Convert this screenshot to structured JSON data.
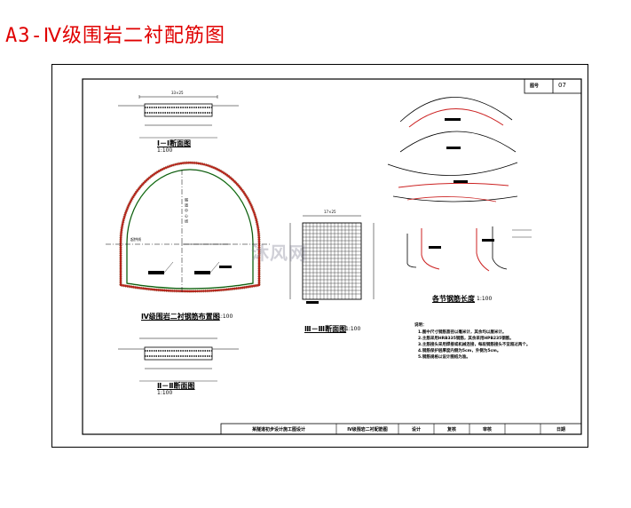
{
  "page": {
    "title": "A3-Ⅳ级围岩二衬配筋图"
  },
  "drawing": {
    "sheet_label": "图号",
    "sheet_number": "07",
    "views": {
      "section_1": {
        "title": "Ⅰ－Ⅰ断面图",
        "scale": "1:100",
        "width_dim": "33×25"
      },
      "section_2": {
        "title": "Ⅱ－Ⅱ断面图",
        "scale": "1:100"
      },
      "section_3": {
        "title": "Ⅲ－Ⅲ断面图",
        "scale": "1:100",
        "width_dim": "17×25"
      },
      "main_layout": {
        "title": "Ⅳ级围岩二衬钢筋布置图",
        "scale": "1:100",
        "axis_label": "隧道中心线",
        "springline_label": "起拱线"
      },
      "details": {
        "title": "各节钢筋长度",
        "scale": "1:100"
      }
    },
    "notes": {
      "header": "说明：",
      "lines": [
        "1.图中尺寸钢筋直径以毫米计，其余均以厘米计。",
        "2.主筋采用HRB335钢筋，其余采用HPB235钢筋。",
        "3.主筋接头采用焊接或机械连接，每段钢筋接头不宜超过两个。",
        "4.钢筋保护层厚度内侧为5cm，外侧为5cm。",
        "5.钢筋规格以设计图纸为准。"
      ]
    },
    "title_block": {
      "project": "某隧道初步设计施工图设计",
      "drawing_name": "Ⅳ级围岩二衬配筋图",
      "design": "设计",
      "review": "复核",
      "check": "审核",
      "date": "日期"
    },
    "watermark": "沐风网"
  },
  "colors": {
    "title": "#e00000",
    "rebar_outer": "#cc2222",
    "rebar_inner": "#33aa33"
  }
}
